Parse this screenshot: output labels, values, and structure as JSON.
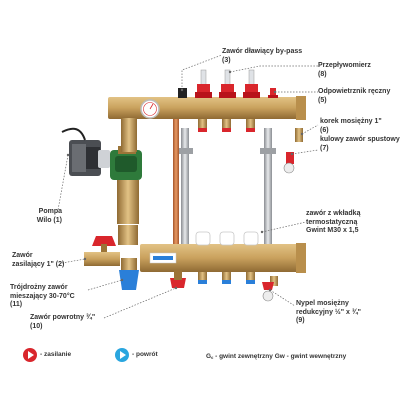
{
  "labels": {
    "bypass": {
      "name": "Zawór dławiący by-pass",
      "num": "(3)"
    },
    "flowmeter": {
      "name": "Przepływomierz",
      "num": "(8)"
    },
    "vent": {
      "name": "Odpowietrznik ręczny",
      "num": "(5)"
    },
    "brass_plug": {
      "name": "korek mosiężny 1\"",
      "num": "(6)"
    },
    "drain_valve": {
      "name": "kulowy zawór spustowy",
      "num": "(7)"
    },
    "insert_valve": {
      "name": "zawór z wkładką",
      "line2": "termostatyczną",
      "line3": "Gwint M30 x 1,5"
    },
    "nipple": {
      "name": "Nypel mosiężny",
      "line2": "redukcyjny ½\" x ¾\"",
      "num": "(9)"
    },
    "pump": {
      "name": "Pompa",
      "line2": "Wilo (1)"
    },
    "supply_valve": {
      "name": "Zawór",
      "line2": "zasilający 1\" (2)"
    },
    "mixing_valve": {
      "name": "Trójdrożny zawór",
      "line2": "mieszający 30-70°C",
      "num": "(11)"
    },
    "return_valve": {
      "name": "Zawór powrotny ¾\"",
      "num": "(10)"
    }
  },
  "legend": {
    "supply": "- zasilanie",
    "return": "- powrót",
    "threads": "G꜀ - gwint zewnętrzny  Gw - gwint wewnętrzny",
    "supply_color": "#d9262c",
    "return_color": "#2aa6df"
  },
  "colors": {
    "brass": "#c9a15d",
    "brass_dark": "#9b7438",
    "red": "#d9262c",
    "blue": "#2a7fd9",
    "leader": "#666666"
  }
}
